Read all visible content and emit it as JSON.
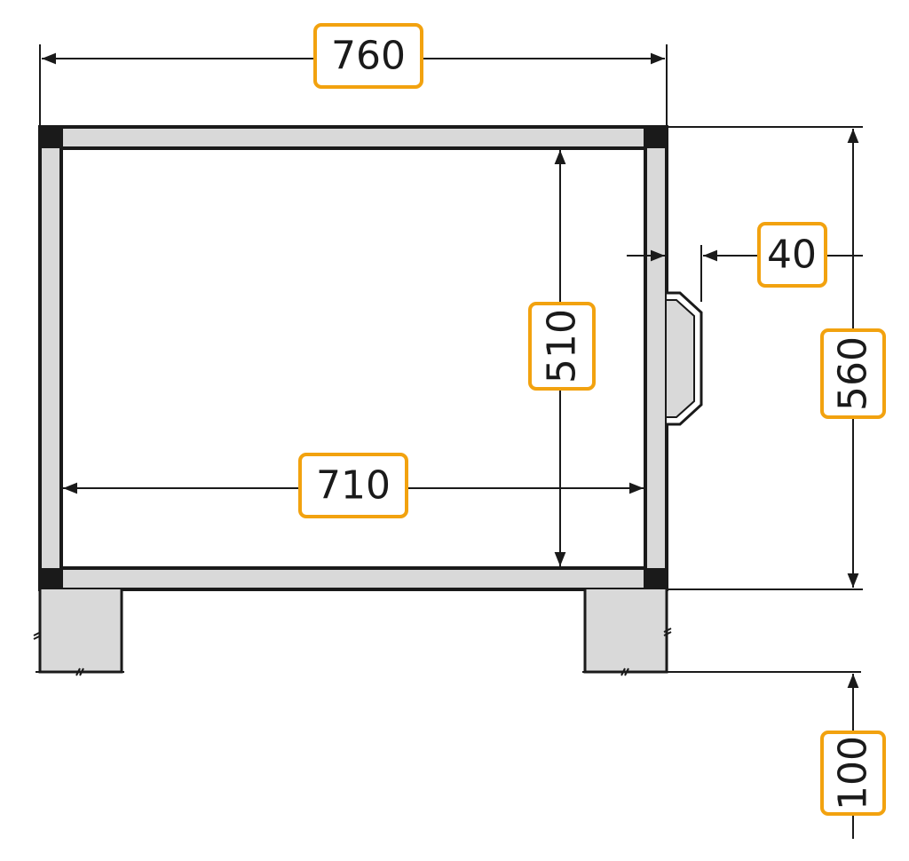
{
  "colors": {
    "outline": "#1a1a1a",
    "frame_fill": "#d9d9d9",
    "corner_fill": "#1a1a1a",
    "label_border": "#f2a20f",
    "label_fill": "#ffffff"
  },
  "dimensions": {
    "overall_width": "760",
    "inner_width": "710",
    "inner_height": "510",
    "overall_height": "560",
    "handle_depth": "40",
    "leg_height": "100"
  }
}
